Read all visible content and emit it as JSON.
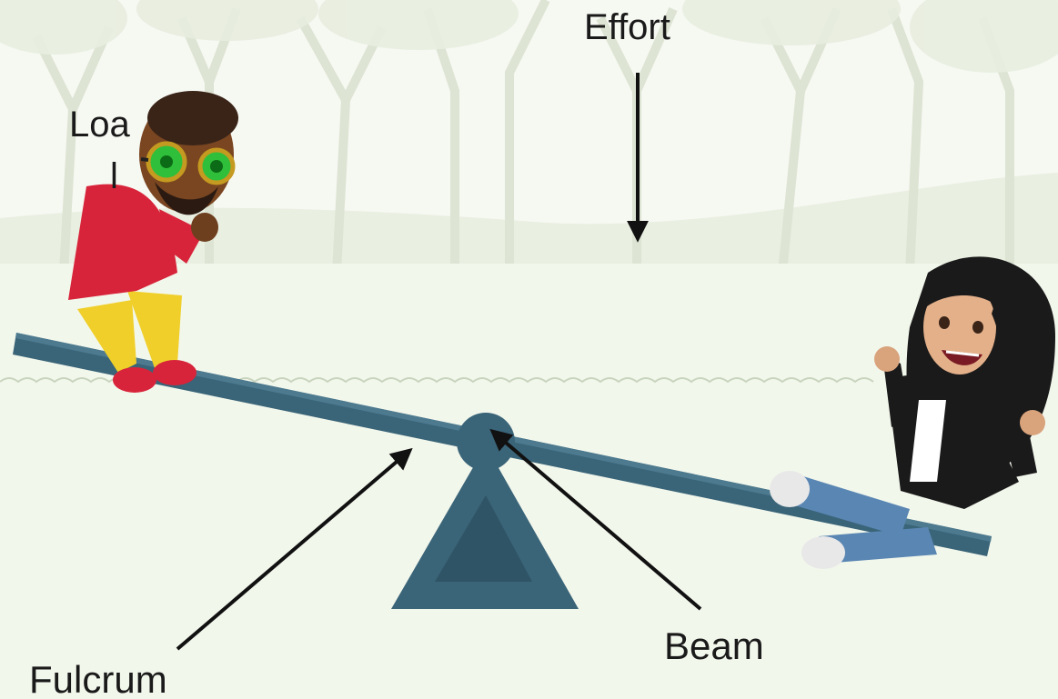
{
  "labels": {
    "effort": "Effort",
    "load": "Loa",
    "load_continued": "l",
    "beam": "Beam",
    "fulcrum": "Fulcrum"
  },
  "colors": {
    "seesaw": "#3a6478",
    "seesaw_dark": "#2f5466",
    "arrow": "#111111",
    "grass": "#eef5e8",
    "trees": "#d9e2cf"
  },
  "characters": [
    {
      "role": "load",
      "icon": "man-on-seesaw-icon",
      "shirt_color": "#d8243a",
      "pants_color": "#f0cf2a"
    },
    {
      "role": "effort-rider",
      "icon": "woman-on-seesaw-icon",
      "jacket_color": "#1a1a1a",
      "pants_color": "#5a86b3"
    }
  ]
}
